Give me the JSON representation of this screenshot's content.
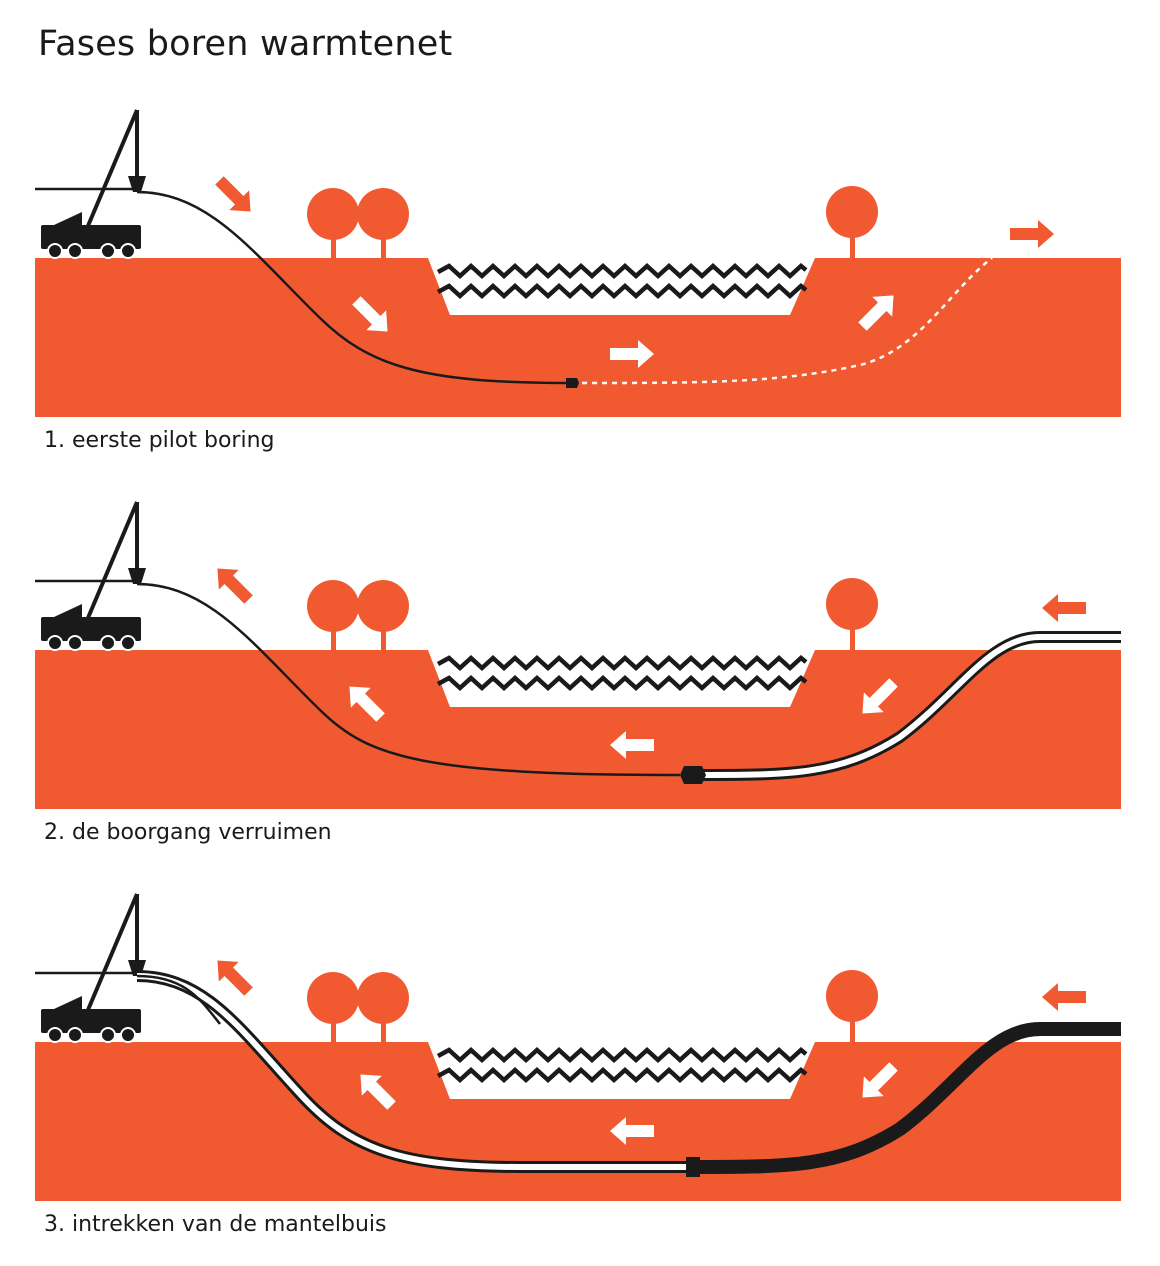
{
  "title": "Fases boren warmtenet",
  "colors": {
    "ground": "#f15a31",
    "line": "#1a1a1a",
    "arrow_white": "#ffffff"
  },
  "phases": [
    {
      "caption": "1. eerste pilot boring"
    },
    {
      "caption": "2. de boorgang verruimen"
    },
    {
      "caption": "3. intrekken van de mantelbuis"
    }
  ]
}
